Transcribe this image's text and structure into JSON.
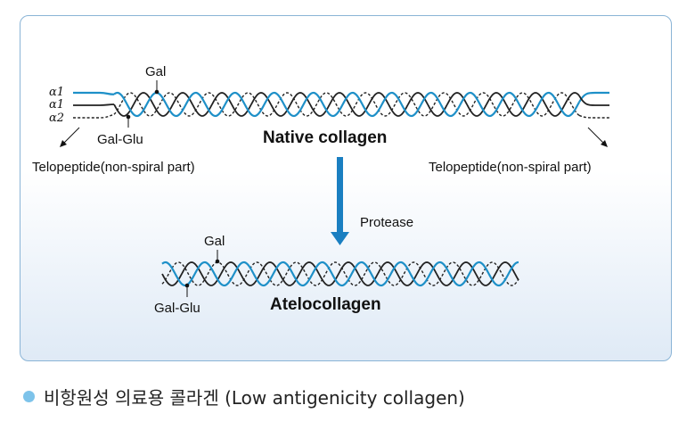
{
  "native": {
    "title": "Native collagen",
    "gal_label": "Gal",
    "galglu_label": "Gal-Glu",
    "strand_labels": [
      "α1",
      "α1",
      "α2"
    ],
    "telopeptide_left": "Telopeptide(non-spiral part)",
    "telopeptide_right": "Telopeptide(non-spiral part)"
  },
  "process": {
    "label": "Protease"
  },
  "atelo": {
    "title": "Atelocollagen",
    "gal_label": "Gal",
    "galglu_label": "Gal-Glu"
  },
  "caption": {
    "text": "비항원성 의료용 콜라겐 (Low antigenicity collagen)"
  },
  "colors": {
    "strand_blue": "#1e90c8",
    "strand_black": "#222222",
    "arrow_blue": "#1a7fc1",
    "panel_border": "#8ab4d6",
    "bullet": "#7dc3ea"
  }
}
